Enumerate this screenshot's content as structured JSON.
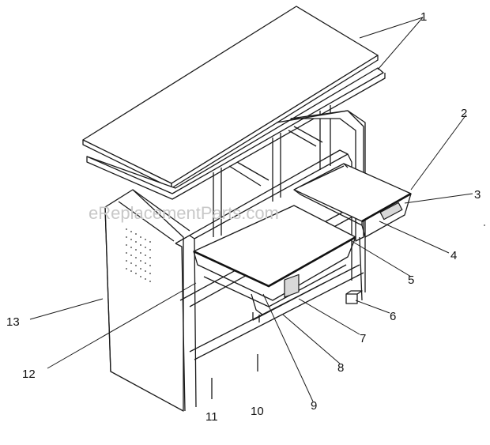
{
  "watermark": "eReplacementParts.com",
  "labels": [
    {
      "id": "1",
      "text": "1"
    },
    {
      "id": "2",
      "text": "2"
    },
    {
      "id": "3",
      "text": "3"
    },
    {
      "id": "4",
      "text": "4"
    },
    {
      "id": "5",
      "text": "5"
    },
    {
      "id": "6",
      "text": "6"
    },
    {
      "id": "7",
      "text": "7"
    },
    {
      "id": "8",
      "text": "8"
    },
    {
      "id": "9",
      "text": "9"
    },
    {
      "id": "10",
      "text": "10"
    },
    {
      "id": "11",
      "text": "11"
    },
    {
      "id": "12",
      "text": "12"
    },
    {
      "id": "13",
      "text": "13"
    }
  ]
}
